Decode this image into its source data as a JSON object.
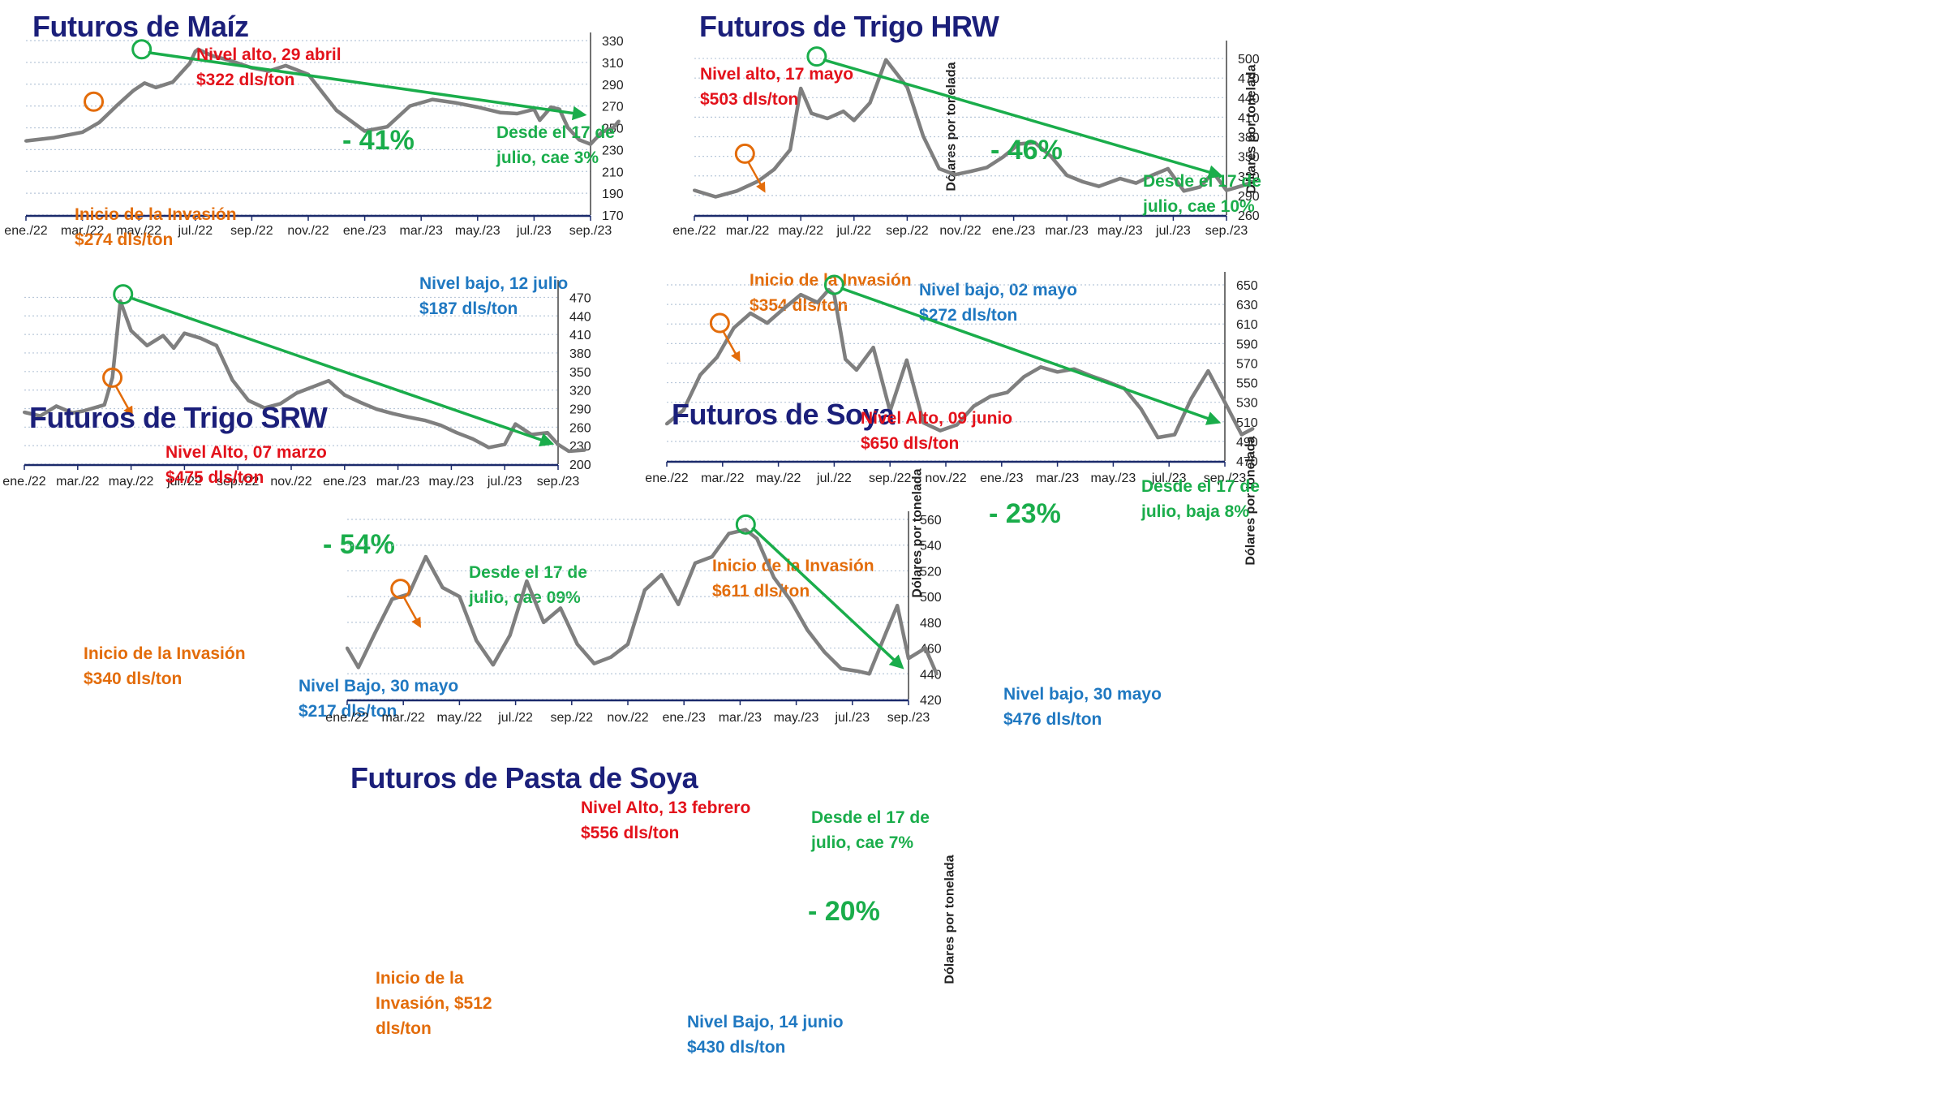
{
  "colors": {
    "title": "#1b1f7a",
    "series": "#7f7f7f",
    "trend": "#1aad4b",
    "high": "#e3121b",
    "invasion": "#e36c0a",
    "low": "#1f78c1",
    "gridline": "#b8c7d9",
    "axis": "#1b2a6b"
  },
  "chart_data": [
    {
      "type": "line",
      "title": "Futuros de Maíz",
      "ylabel": "Dólares por tonelada",
      "ylim": [
        170,
        330
      ],
      "yticks": [
        170,
        190,
        210,
        230,
        250,
        270,
        290,
        310,
        330
      ],
      "xticks": [
        "ene./22",
        "mar./22",
        "may./22",
        "jul./22",
        "sep./22",
        "nov./22",
        "ene./23",
        "mar./23",
        "may./23",
        "jul./23",
        "sep./23"
      ],
      "series": [
        {
          "x": [
            0,
            0.5,
            1,
            1.3,
            1.6,
            1.9,
            2.1,
            2.3,
            2.6,
            2.9,
            3.0,
            3.05,
            3.3,
            3.6,
            4.0,
            4.3,
            4.6,
            5.0,
            5.5,
            6.0,
            6.4,
            6.8,
            7.2,
            7.6,
            8.0,
            8.4,
            8.7,
            9.0,
            9.1,
            9.3,
            9.45,
            9.6,
            9.8,
            10.0,
            10.2,
            10.4,
            10.5
          ],
          "values": [
            238,
            241,
            246,
            255,
            270,
            284,
            291,
            287,
            292,
            309,
            320,
            322,
            316,
            312,
            305,
            302,
            307,
            299,
            266,
            247,
            251,
            270,
            276,
            273,
            269,
            264,
            263,
            267,
            257,
            269,
            267,
            250,
            239,
            235,
            246,
            250,
            256
          ]
        }
      ],
      "annotations": {
        "high": {
          "line1": "Nivel alto, 29 abril",
          "line2": "$322 dls/ton",
          "x": 2.05,
          "y": 322
        },
        "invasion": {
          "line1": "Inicio de la Invasión",
          "line2": "$274 dls/ton",
          "x": 1.2,
          "y": 274
        },
        "low": {
          "line1": "Nivel bajo, 12 julio",
          "line2": "$187 dls/ton",
          "x": 9.9,
          "y": 187
        },
        "since": {
          "line1": "Desde el 17 de",
          "line2": "julio, cae 3%"
        },
        "pct": "- 41%"
      }
    },
    {
      "type": "line",
      "title": "Futuros de Trigo HRW",
      "ylabel": "Dólares por tonelada",
      "ylim": [
        260,
        515
      ],
      "yticks": [
        260,
        290,
        320,
        350,
        380,
        410,
        440,
        470,
        500
      ],
      "xticks": [
        "ene./22",
        "mar./22",
        "may./22",
        "jul./22",
        "sep./22",
        "nov./22",
        "ene./23",
        "mar./23",
        "may./23",
        "jul./23",
        "sep./23"
      ],
      "series": [
        {
          "x": [
            0,
            0.4,
            0.8,
            1.2,
            1.5,
            1.8,
            2.0,
            2.2,
            2.5,
            2.8,
            3.0,
            3.3,
            3.6,
            4.0,
            4.3,
            4.6,
            4.9,
            5.2,
            5.5,
            5.8,
            6.1,
            6.4,
            6.7,
            7.0,
            7.3,
            7.6,
            8.0,
            8.3,
            8.6,
            8.9,
            9.2,
            9.5,
            9.75,
            10.0,
            10.3,
            10.5
          ],
          "values": [
            298,
            288,
            297,
            312,
            330,
            360,
            454,
            416,
            408,
            419,
            405,
            432,
            498,
            456,
            381,
            331,
            322,
            327,
            333,
            349,
            369,
            371,
            350,
            321,
            311,
            304,
            316,
            309,
            321,
            331,
            297,
            303,
            325,
            298,
            305,
            311
          ]
        }
      ],
      "annotations": {
        "high": {
          "line1": "Nivel alto, 17 mayo",
          "line2": "$503 dls/ton",
          "x": 2.3,
          "y": 503
        },
        "invasion": {
          "line1": "Inicio de la Invasión",
          "line2": "$354 dls/ton",
          "x": 0.95,
          "y": 354
        },
        "low": {
          "line1": "Nivel bajo, 02 mayo",
          "line2": "$272 dls/ton",
          "x": 8.1,
          "y": 272
        },
        "since": {
          "line1": "Desde el 17 de",
          "line2": "julio, cae 10%"
        },
        "pct": "- 46%"
      }
    },
    {
      "type": "line",
      "title": "Futuros de Trigo SRW",
      "ylabel": "Dólares por tonelada",
      "ylim": [
        200,
        485
      ],
      "yticks": [
        200,
        230,
        260,
        290,
        320,
        350,
        380,
        410,
        440,
        470
      ],
      "xticks": [
        "ene./22",
        "mar./22",
        "may./22",
        "jul./22",
        "sep./22",
        "nov./22",
        "ene./23",
        "mar./23",
        "may./23",
        "jul./23",
        "sep./23"
      ],
      "series": [
        {
          "x": [
            0,
            0.3,
            0.6,
            0.9,
            1.1,
            1.5,
            1.65,
            1.8,
            2.0,
            2.3,
            2.6,
            2.8,
            3.0,
            3.3,
            3.6,
            3.9,
            4.2,
            4.5,
            4.8,
            5.1,
            5.4,
            5.7,
            6.0,
            6.3,
            6.6,
            6.9,
            7.2,
            7.5,
            7.8,
            8.1,
            8.4,
            8.7,
            9.0,
            9.2,
            9.5,
            9.8,
            10.0,
            10.2,
            10.5
          ],
          "values": [
            284,
            278,
            294,
            283,
            286,
            296,
            340,
            464,
            416,
            392,
            408,
            388,
            412,
            404,
            392,
            336,
            303,
            291,
            298,
            315,
            325,
            335,
            312,
            300,
            289,
            282,
            276,
            271,
            263,
            251,
            241,
            227,
            232,
            265,
            248,
            251,
            232,
            221,
            223
          ]
        }
      ],
      "annotations": {
        "high": {
          "line1": "Nivel Alto, 07 marzo",
          "line2": "$475 dls/ton",
          "x": 1.85,
          "y": 475
        },
        "invasion": {
          "line1": "Inicio de la Invasión",
          "line2": "$340 dls/ton",
          "x": 1.65,
          "y": 340
        },
        "low": {
          "line1": "Nivel Bajo, 30 mayo",
          "line2": "$217 dls/ton",
          "x": 8.1,
          "y": 217
        },
        "since": {
          "line1": "Desde el 17 de",
          "line2": "julio, cae 09%"
        },
        "pct": "- 54%"
      }
    },
    {
      "type": "line",
      "title": "Futuros de Soya",
      "ylabel": "Dólares por tonelada",
      "ylim": [
        470,
        655
      ],
      "yticks": [
        470,
        490,
        510,
        530,
        550,
        570,
        590,
        610,
        630,
        650
      ],
      "xticks": [
        "ene./22",
        "mar./22",
        "may./22",
        "jul./22",
        "sep./22",
        "nov./22",
        "ene./23",
        "mar./23",
        "may./23",
        "jul./23",
        "sep./23"
      ],
      "series": [
        {
          "x": [
            0,
            0.3,
            0.6,
            0.9,
            1.2,
            1.5,
            1.8,
            2.1,
            2.4,
            2.7,
            2.9,
            3.0,
            3.2,
            3.4,
            3.7,
            4.0,
            4.3,
            4.6,
            4.9,
            5.2,
            5.5,
            5.8,
            6.1,
            6.4,
            6.7,
            7.0,
            7.3,
            7.6,
            7.9,
            8.2,
            8.5,
            8.8,
            9.1,
            9.4,
            9.7,
            10.0,
            10.3,
            10.5
          ],
          "values": [
            508,
            522,
            558,
            576,
            606,
            621,
            611,
            626,
            640,
            632,
            645,
            640,
            574,
            563,
            586,
            521,
            573,
            509,
            501,
            507,
            526,
            536,
            540,
            556,
            566,
            561,
            564,
            557,
            551,
            544,
            523,
            494,
            497,
            534,
            562,
            530,
            497,
            503
          ]
        }
      ],
      "annotations": {
        "high": {
          "line1": "Nivel Alto, 09 junio",
          "line2": "$650 dls/ton",
          "x": 3.0,
          "y": 650
        },
        "invasion": {
          "line1": "Inicio de la Invasión",
          "line2": "$611 dls/ton",
          "x": 0.95,
          "y": 611
        },
        "low": {
          "line1": "Nivel bajo, 30 mayo",
          "line2": "$476 dls/ton",
          "x": 8.1,
          "y": 476
        },
        "since": {
          "line1": "Desde el 17 de",
          "line2": "julio, baja 8%"
        },
        "pct": "- 23%"
      }
    },
    {
      "type": "line",
      "title": "Futuros de Pasta de Soya",
      "ylabel": "Dólares por tonelada",
      "ylim": [
        420,
        560
      ],
      "yticks": [
        420,
        440,
        460,
        480,
        500,
        520,
        540,
        560
      ],
      "xticks": [
        "ene./22",
        "mar./22",
        "may./22",
        "jul./22",
        "sep./22",
        "nov./22",
        "ene./23",
        "mar./23",
        "may./23",
        "jul./23",
        "sep./23"
      ],
      "series": [
        {
          "x": [
            0,
            0.2,
            0.5,
            0.8,
            1.1,
            1.4,
            1.7,
            2.0,
            2.3,
            2.6,
            2.9,
            3.2,
            3.5,
            3.8,
            4.1,
            4.4,
            4.7,
            5.0,
            5.3,
            5.6,
            5.9,
            6.2,
            6.5,
            6.8,
            7.1,
            7.3,
            7.6,
            7.9,
            8.2,
            8.5,
            8.8,
            9.1,
            9.3,
            9.6,
            9.8,
            10.0,
            10.3,
            10.5
          ],
          "values": [
            460,
            445,
            472,
            498,
            502,
            531,
            507,
            500,
            466,
            447,
            470,
            512,
            480,
            491,
            463,
            448,
            453,
            463,
            505,
            517,
            494,
            526,
            531,
            549,
            552,
            545,
            515,
            497,
            474,
            457,
            444,
            442,
            440,
            472,
            493,
            452,
            460,
            440
          ]
        }
      ],
      "annotations": {
        "high": {
          "line1": "Nivel Alto, 13 febrero",
          "line2": "$556 dls/ton",
          "x": 7.1,
          "y": 556
        },
        "invasion": {
          "line1": "Inicio de la",
          "line2": "Invasión, $512",
          "line3": "dls/ton",
          "x": 0.95,
          "y": 506
        },
        "low": {
          "line1": "Nivel Bajo, 14 junio",
          "line2": "$430 dls/ton"
        },
        "since": {
          "line1": "Desde el 17 de",
          "line2": "julio, cae 7%"
        },
        "pct": "- 20%"
      }
    }
  ]
}
